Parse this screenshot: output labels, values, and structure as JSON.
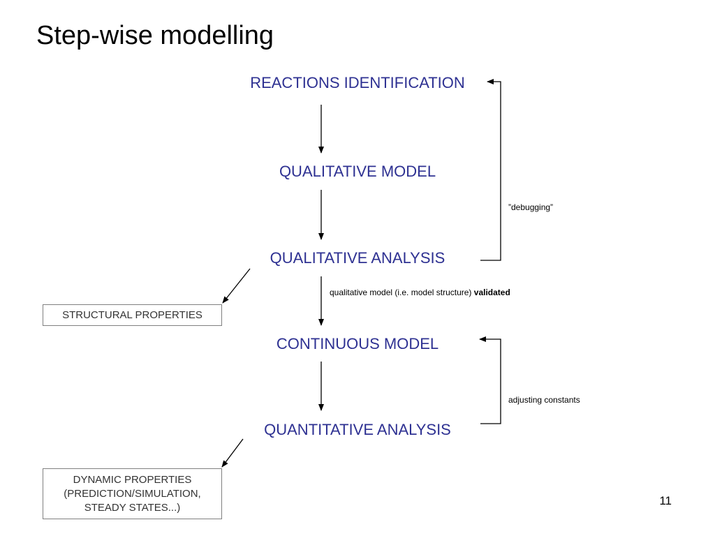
{
  "slide": {
    "title": "Step-wise modelling",
    "page_number": "11"
  },
  "stages": {
    "reactions_identification": "REACTIONS IDENTIFICATION",
    "qualitative_model": "QUALITATIVE MODEL",
    "qualitative_analysis": "QUALITATIVE ANALYSIS",
    "continuous_model": "CONTINUOUS MODEL",
    "quantitative_analysis": "QUANTITATIVE ANALYSIS"
  },
  "notes": {
    "debugging": "”debugging”",
    "validated_prefix": "qualitative model (i.e. model structure) ",
    "validated_bold": "validated",
    "adjusting_constants": "adjusting constants"
  },
  "outputs": {
    "structural_properties": "STRUCTURAL PROPERTIES",
    "dynamic_line1": "DYNAMIC PROPERTIES",
    "dynamic_line2": "(PREDICTION/SIMULATION,",
    "dynamic_line3": "STEADY STATES...)"
  },
  "colors": {
    "stage_text": "#2e3192",
    "arrow": "#000000",
    "box_border": "#808080"
  }
}
